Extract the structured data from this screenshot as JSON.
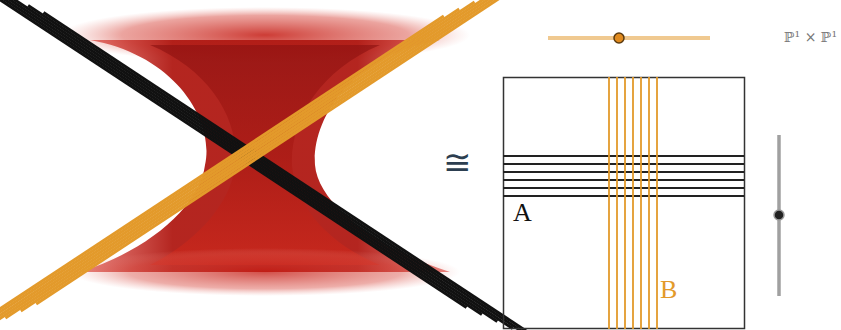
{
  "diagram": {
    "labels": [
      "≅",
      "A",
      "B",
      "ℙ¹ × ℙ¹"
    ]
  }
}
